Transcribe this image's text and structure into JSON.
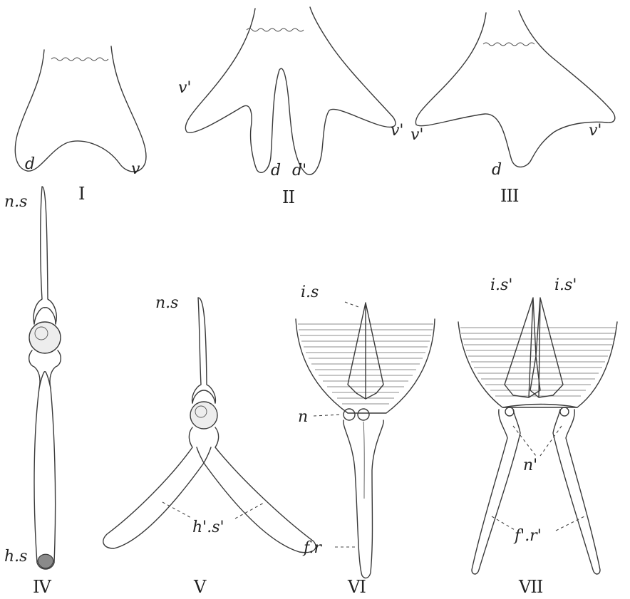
{
  "figures": [
    {
      "numeral": "I",
      "labels": [
        "d",
        "v"
      ]
    },
    {
      "numeral": "II",
      "labels": [
        "v'",
        "v'",
        "d",
        "d'"
      ]
    },
    {
      "numeral": "III",
      "labels": [
        "v'",
        "v'",
        "d"
      ]
    },
    {
      "numeral": "IV",
      "labels": [
        "n.s",
        "h.s"
      ]
    },
    {
      "numeral": "V",
      "labels": [
        "n.s",
        "h'.s'"
      ]
    },
    {
      "numeral": "VI",
      "labels": [
        "i.s",
        "n",
        "f.r"
      ]
    },
    {
      "numeral": "VII",
      "labels": [
        "i.s'",
        "i.s'",
        "n'",
        "f'.r'"
      ]
    }
  ],
  "colors": {
    "ink": "#3a3a3a",
    "background": "#ffffff",
    "shading": "#8a8a8a"
  }
}
